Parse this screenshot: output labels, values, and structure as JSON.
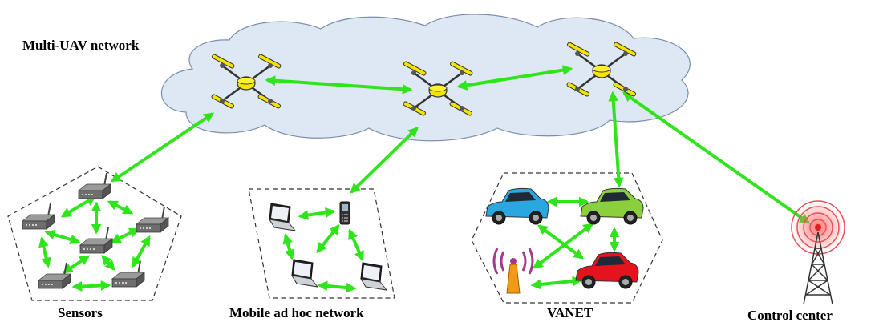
{
  "labels": {
    "uav_network": "Multi-UAV network",
    "sensors": "Sensors",
    "manet": "Mobile ad hoc network",
    "vanet": "VANET",
    "control_center": "Control center"
  },
  "colors": {
    "link": "#2fe41a",
    "cloud_fill": "#dde8f4",
    "cloud_stroke": "#7b8ea8",
    "uav_yellow": "#f4e400",
    "car_blue": "#2aa7e0",
    "car_green": "#8ccf3c",
    "car_red": "#e4141e",
    "tower_signal": "#e6505a",
    "antenna_signal": "#a23b8c"
  },
  "icons": {
    "uav": "quadcopter-icon",
    "sensor": "sensor-router-icon",
    "laptop": "laptop-icon",
    "phone": "mobile-phone-icon",
    "car": "car-icon",
    "antenna": "roadside-antenna-icon",
    "tower": "control-tower-icon"
  }
}
